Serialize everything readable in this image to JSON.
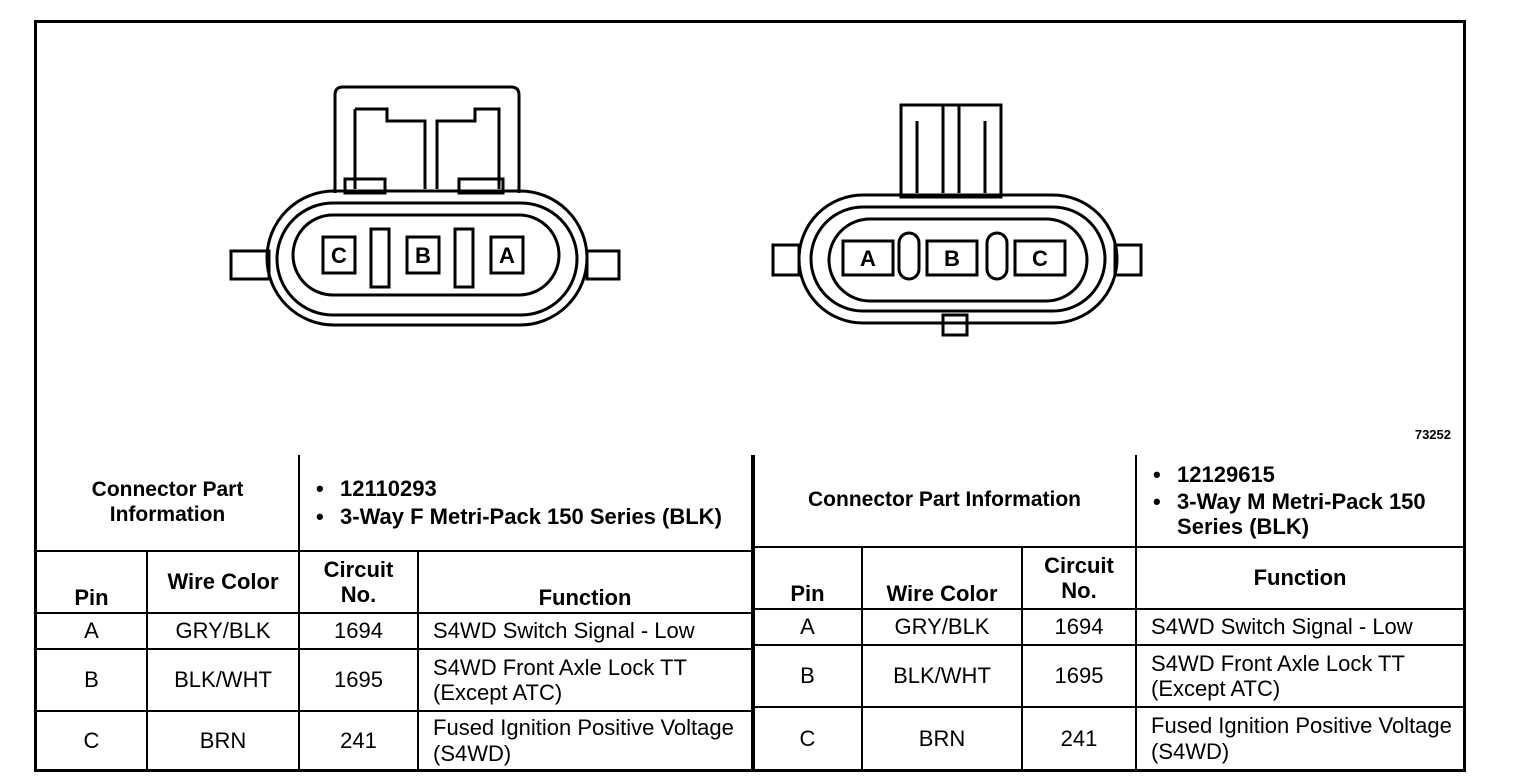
{
  "figure_number": "73252",
  "connectors": [
    {
      "pins_drawn": [
        "C",
        "B",
        "A"
      ],
      "part_info_label": "Connector Part Information",
      "part_info": [
        "12110293",
        "3-Way F Metri-Pack 150 Series (BLK)"
      ],
      "headers": {
        "pin": "Pin",
        "wire_color": "Wire Color",
        "circuit": "Circuit No.",
        "function": "Function"
      },
      "rows": [
        {
          "pin": "A",
          "wire_color": "GRY/BLK",
          "circuit": "1694",
          "function": "S4WD Switch Signal - Low"
        },
        {
          "pin": "B",
          "wire_color": "BLK/WHT",
          "circuit": "1695",
          "function": "S4WD Front Axle Lock TT (Except ATC)"
        },
        {
          "pin": "C",
          "wire_color": "BRN",
          "circuit": "241",
          "function": "Fused Ignition Positive Voltage (S4WD)"
        }
      ]
    },
    {
      "pins_drawn": [
        "A",
        "B",
        "C"
      ],
      "part_info_label": "Connector Part Information",
      "part_info": [
        "12129615",
        "3-Way M Metri-Pack 150 Series (BLK)"
      ],
      "headers": {
        "pin": "Pin",
        "wire_color": "Wire Color",
        "circuit": "Circuit No.",
        "function": "Function"
      },
      "rows": [
        {
          "pin": "A",
          "wire_color": "GRY/BLK",
          "circuit": "1694",
          "function": "S4WD Switch Signal - Low"
        },
        {
          "pin": "B",
          "wire_color": "BLK/WHT",
          "circuit": "1695",
          "function": "S4WD Front Axle Lock TT (Except ATC)"
        },
        {
          "pin": "C",
          "wire_color": "BRN",
          "circuit": "241",
          "function": "Fused Ignition Positive Voltage (S4WD)"
        }
      ]
    }
  ]
}
